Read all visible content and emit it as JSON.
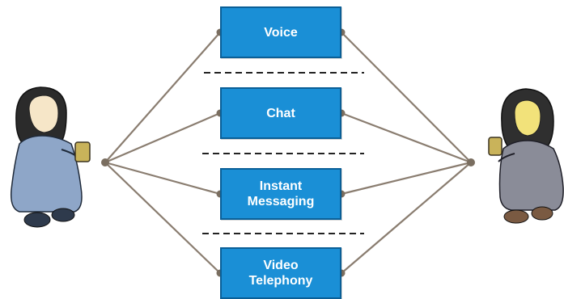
{
  "diagram": {
    "channels": [
      {
        "line1": "Voice",
        "line2": ""
      },
      {
        "line1": "Chat",
        "line2": ""
      },
      {
        "line1": "Instant",
        "line2": "Messaging"
      },
      {
        "line1": "Video",
        "line2": "Telephony"
      }
    ],
    "colors": {
      "box_fill": "#1a8fd6",
      "box_border": "#0a5f97",
      "connector": "#8a7d70",
      "node": "#7a6e60",
      "separator": "#222222"
    }
  }
}
